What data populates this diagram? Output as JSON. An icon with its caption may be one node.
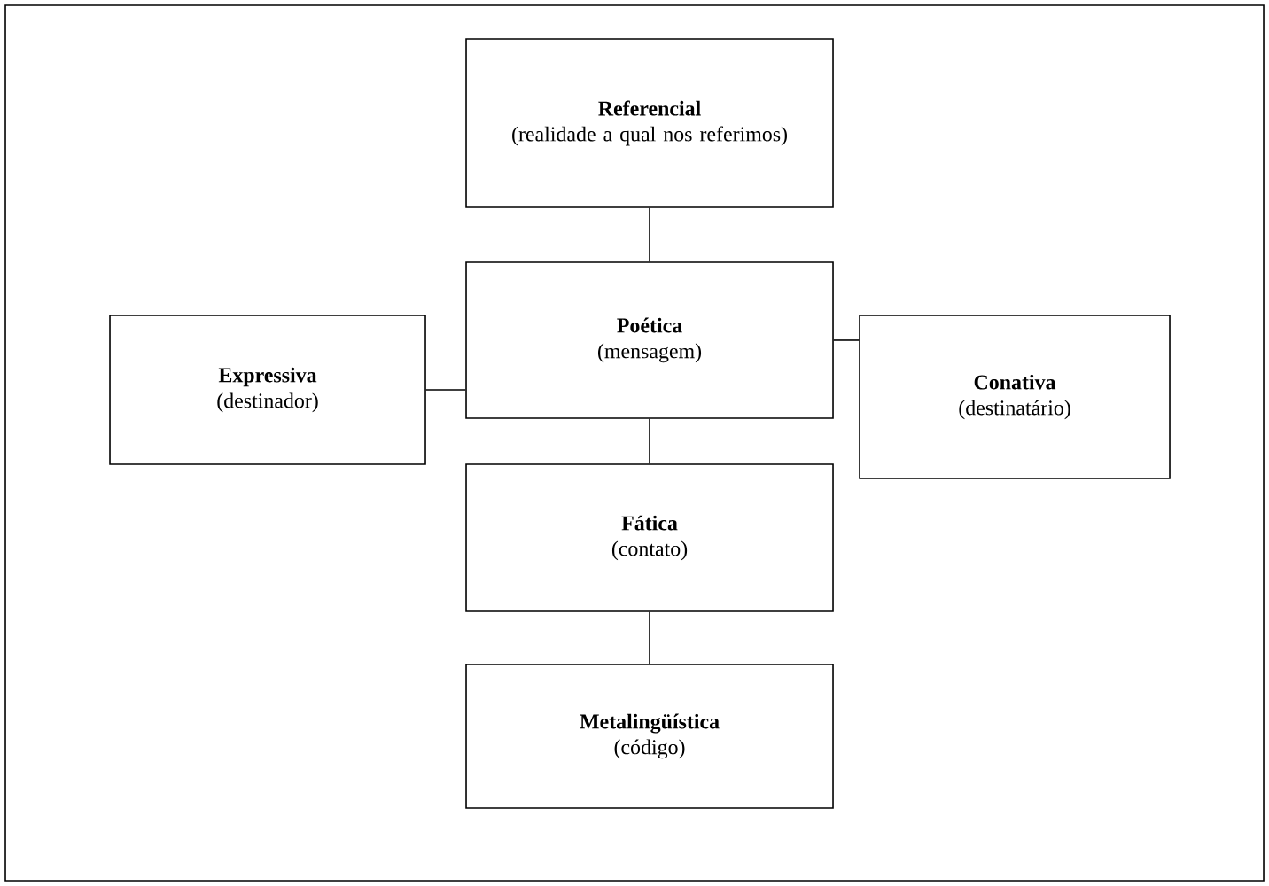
{
  "diagram": {
    "nodes": [
      {
        "text": [
          "Referencial",
          "(realidade a qual nos referimos)"
        ]
      },
      {
        "text": [
          "Poética",
          "(mensagem)"
        ]
      },
      {
        "text": [
          "Expressiva",
          "(destinador)"
        ]
      },
      {
        "text": [
          "Conativa",
          "(destinatário)"
        ]
      },
      {
        "text": [
          "Fática",
          "(contato)"
        ]
      },
      {
        "text": [
          "Metalingüística",
          "(código)"
        ]
      }
    ],
    "edges": [
      {
        "from": 0,
        "to": 1,
        "arrow": "none"
      },
      {
        "from": 2,
        "to": 1,
        "arrow": "none"
      },
      {
        "from": 1,
        "to": 3,
        "arrow": "none"
      },
      {
        "from": 1,
        "to": 4,
        "arrow": "none"
      },
      {
        "from": 4,
        "to": 5,
        "arrow": "none"
      }
    ]
  }
}
